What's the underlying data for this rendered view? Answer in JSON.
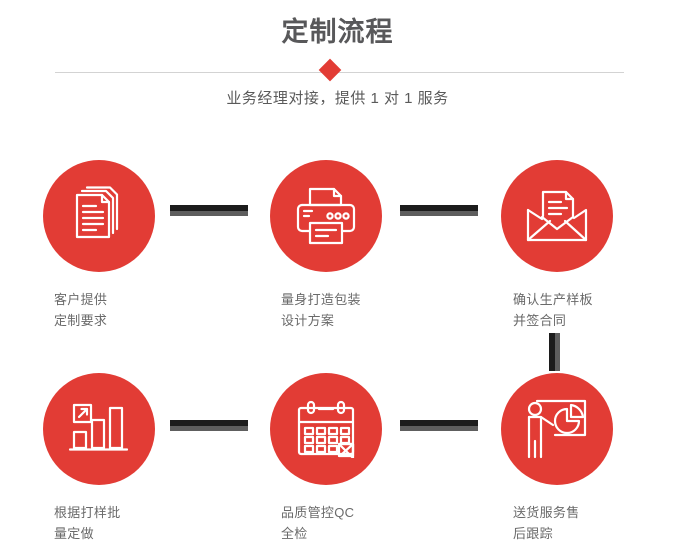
{
  "header": {
    "title": "定制流程",
    "subtitle": "业务经理对接，提供 1 对 1 服务",
    "divider_icon": "red-diamond",
    "title_color": "#58585a",
    "accent_color": "#e23c35",
    "line_color": "#d3d3d3"
  },
  "flow": {
    "circle_color": "#e23c35",
    "connector_dark": "#1c1c1c",
    "connector_light": "#5e5e5e",
    "label_color": "#6a6a6a",
    "steps": [
      {
        "index": 1,
        "icon": "documents-stack-icon",
        "label": "客户提供\n定制要求"
      },
      {
        "index": 2,
        "icon": "printer-icon",
        "label": "量身打造包装\n设计方案"
      },
      {
        "index": 3,
        "icon": "envelope-document-icon",
        "label": "确认生产样板\n并签合同"
      },
      {
        "index": 4,
        "icon": "bar-chart-growth-icon",
        "label": "根据打样批\n量定做"
      },
      {
        "index": 5,
        "icon": "calendar-check-icon",
        "label": "品质管控QC\n全检"
      },
      {
        "index": 6,
        "icon": "presenter-pie-chart-icon",
        "label": "送货服务售\n后跟踪"
      }
    ],
    "connectors": [
      {
        "name": "connector-step1-step2",
        "orientation": "horizontal"
      },
      {
        "name": "connector-step2-step3",
        "orientation": "horizontal"
      },
      {
        "name": "connector-step3-step6",
        "orientation": "vertical"
      },
      {
        "name": "connector-step4-step5",
        "orientation": "horizontal"
      },
      {
        "name": "connector-step5-step6",
        "orientation": "horizontal"
      }
    ]
  }
}
